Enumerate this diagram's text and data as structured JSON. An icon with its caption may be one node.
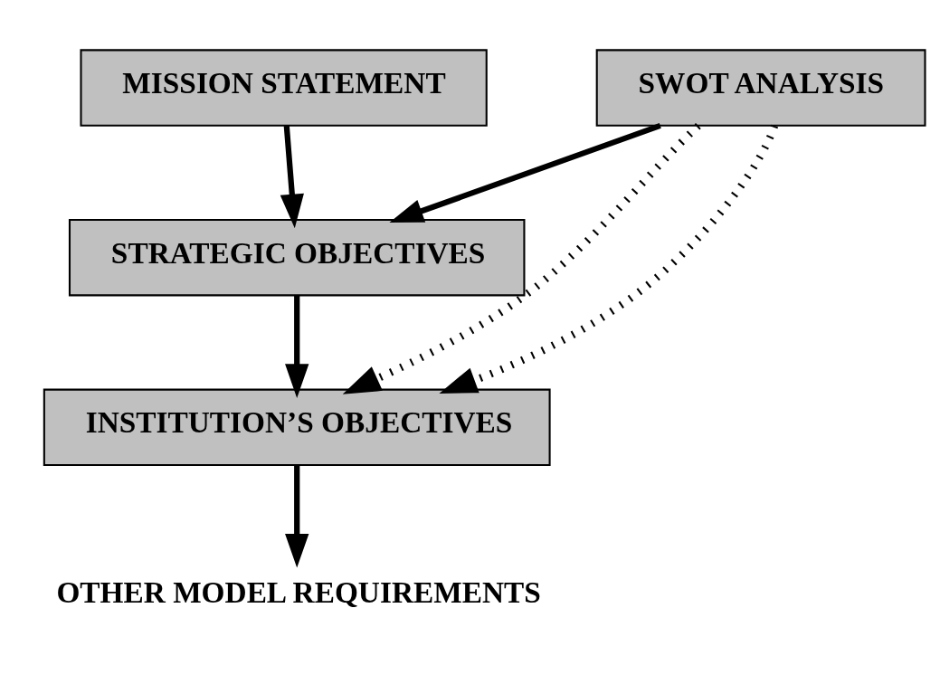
{
  "diagram": {
    "nodes": [
      {
        "text": [
          "MISSION STATEMENT"
        ]
      },
      {
        "text": [
          "SWOT ANALYSIS"
        ]
      },
      {
        "text": [
          "STRATEGIC OBJECTIVES"
        ]
      },
      {
        "text": [
          "INSTITUTION’S OBJECTIVES"
        ]
      },
      {
        "text": [
          "OTHER MODEL REQUIREMENTS"
        ]
      }
    ],
    "edges": [
      {
        "from": 0,
        "to": 2,
        "arrow": "to"
      },
      {
        "from": 1,
        "to": 2,
        "arrow": "to"
      },
      {
        "from": 2,
        "to": 3,
        "arrow": "to"
      },
      {
        "from": 1,
        "to": 3,
        "arrow": "to",
        "style": "dashed"
      },
      {
        "from": 1,
        "to": 3,
        "arrow": "to",
        "style": "dashed"
      },
      {
        "from": 3,
        "to": 4,
        "arrow": "to"
      }
    ]
  }
}
